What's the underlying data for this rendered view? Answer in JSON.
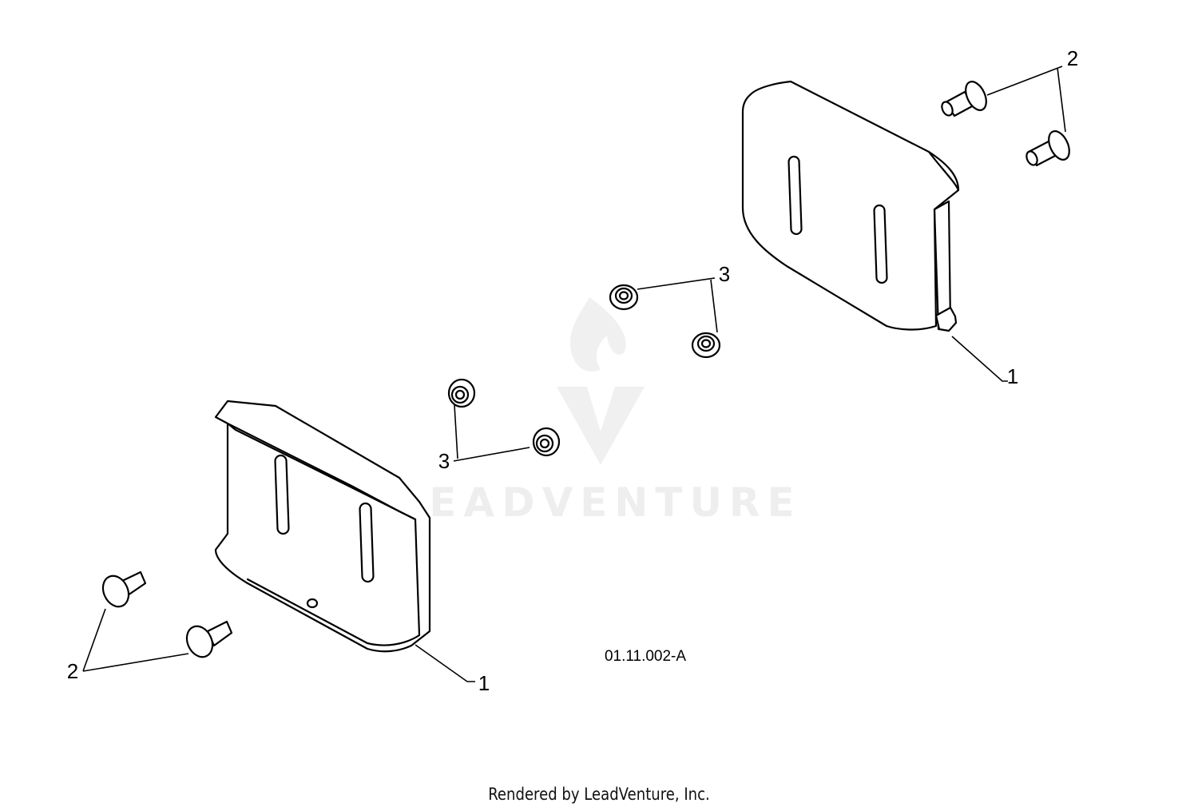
{
  "diagram": {
    "figure_id": "01.11.002-A",
    "callouts": {
      "skid_shoe": "1",
      "carriage_bolt": "2",
      "flange_nut": "3"
    },
    "watermark": "LEADVENTURE"
  },
  "footer": {
    "rendered_by": "Rendered by LeadVenture, Inc."
  }
}
